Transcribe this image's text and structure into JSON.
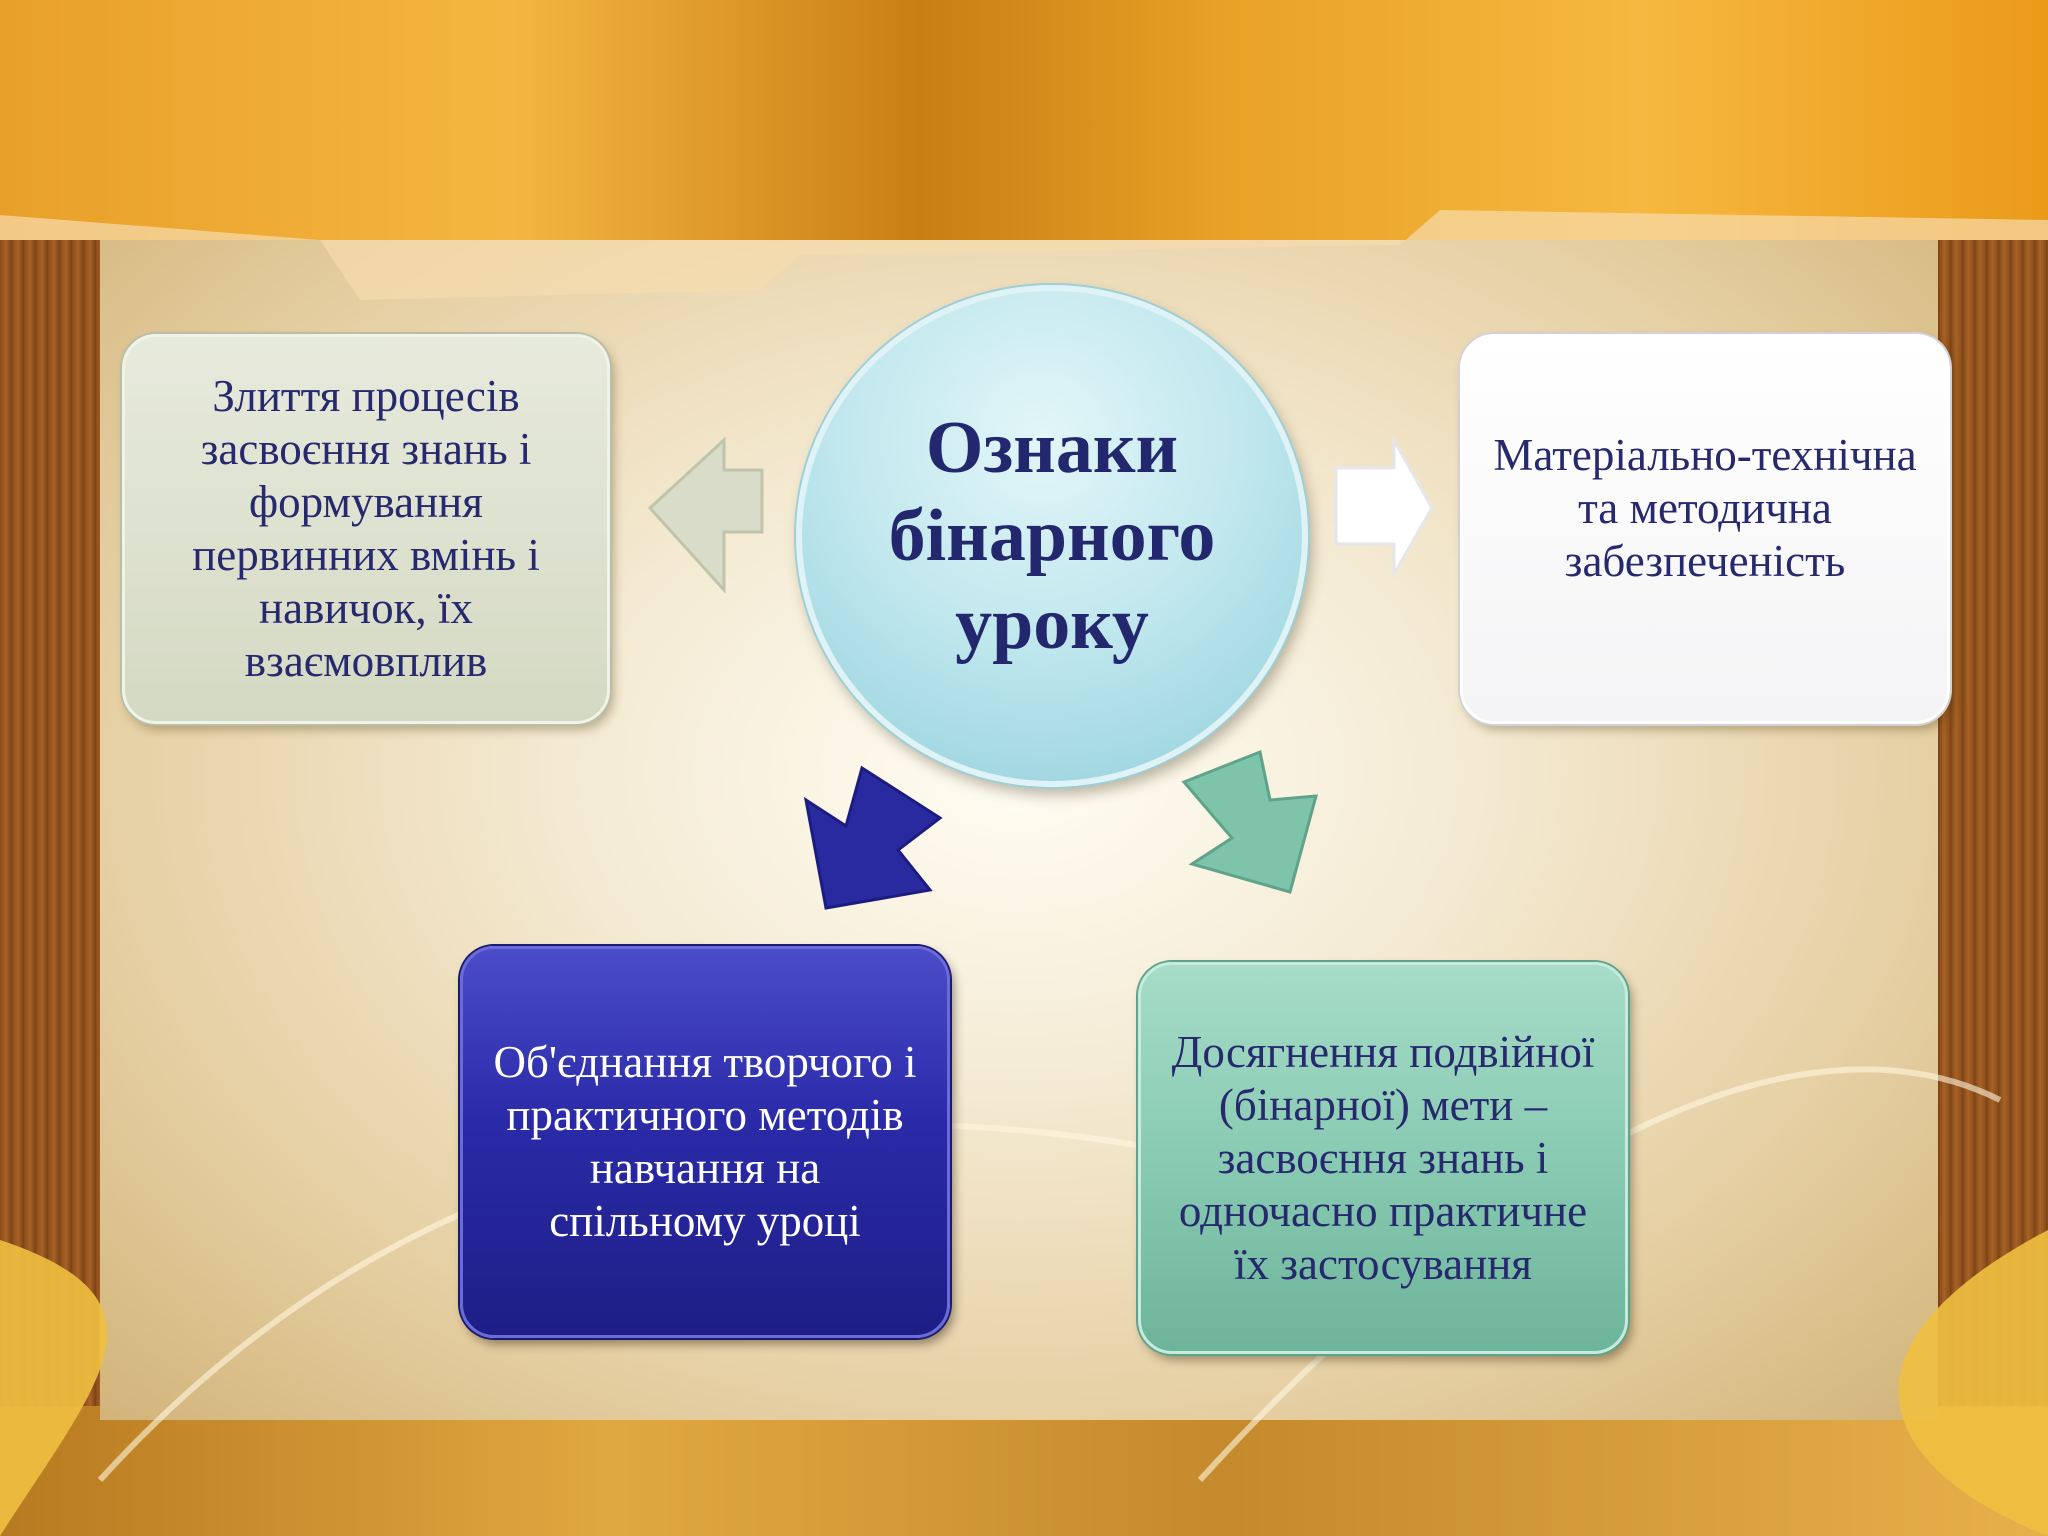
{
  "center": {
    "title": "Ознаки бінарного уроку"
  },
  "boxes": {
    "top_left": "Злиття процесів засвоєння знань і формування первинних вмінь і навичок, їх взаємовплив",
    "top_right": "Матеріально-технічна та методична забезпеченість",
    "bottom_left": "Об'єднання творчого і практичного методів навчання на спільному уроці",
    "bottom_right": "Досягнення подвійної (бінарної) мети – засвоєння знань і одночасно практичне їх застосування"
  },
  "colors": {
    "title_text": "#23286e",
    "box_top_left": "#d4d9c3",
    "box_top_right": "#ffffff",
    "box_bottom_left": "#2a2aa8",
    "box_bottom_right": "#86c8b0",
    "circle": "#a2d8e2"
  }
}
